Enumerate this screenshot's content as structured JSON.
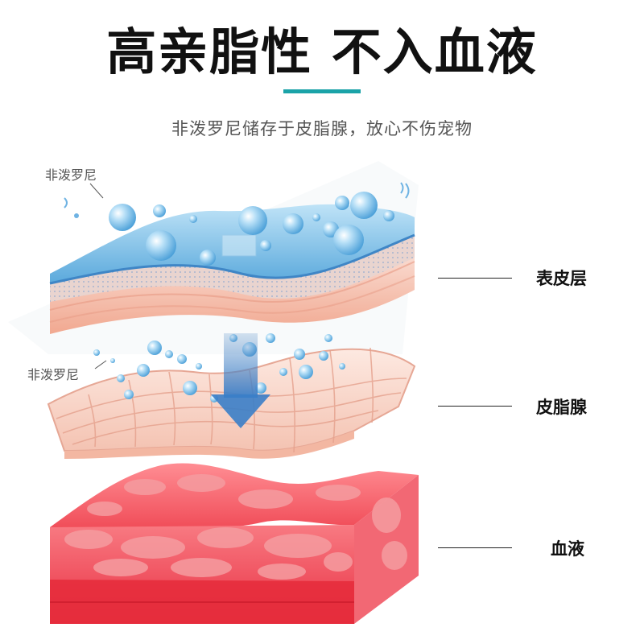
{
  "headline": "高亲脂性  不入血液",
  "subtitle": "非泼罗尼储存于皮脂腺，放心不伤宠物",
  "callouts": {
    "top": "非泼罗尼",
    "middle": "非泼罗尼"
  },
  "layers": {
    "epidermis": "表皮层",
    "sebaceous": "皮脂腺",
    "blood": "血液"
  },
  "colors": {
    "accent": "#1ba3a8",
    "drug_blue": "#7fc3ea",
    "skin": "#f4b9a6",
    "blood_red": "#ee4a54"
  }
}
